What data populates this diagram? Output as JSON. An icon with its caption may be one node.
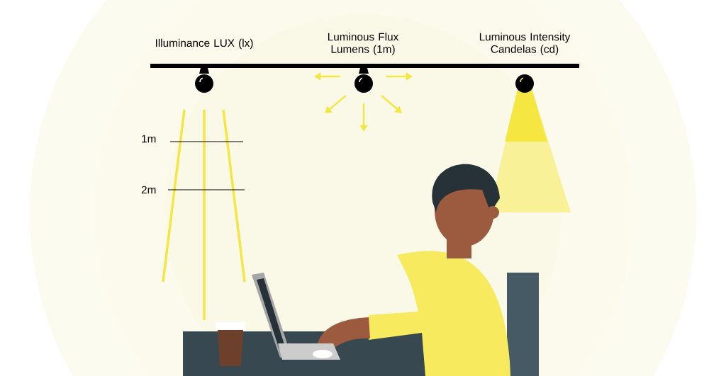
{
  "diagram": {
    "labels": [
      "Illuminance LUX (lx)",
      "Luminous Flux Lumens (1m)",
      "Luminous Intensity Candelas (cd)",
      "1m",
      "2m"
    ]
  }
}
